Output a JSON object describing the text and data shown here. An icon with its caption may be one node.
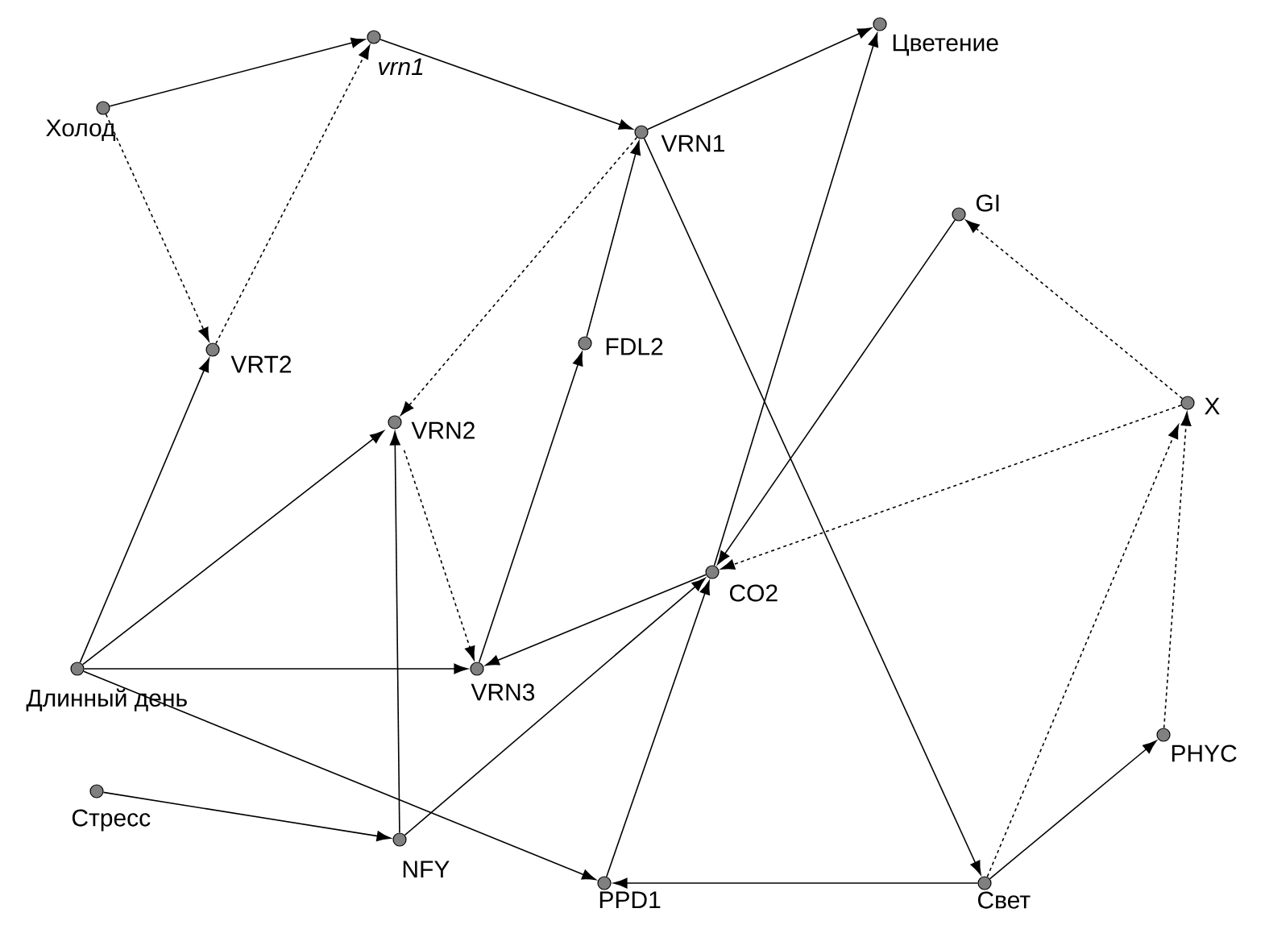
{
  "diagram": {
    "nodes": [
      {
        "text": [
          "Холод"
        ]
      },
      {
        "text": [
          "vrn1"
        ]
      },
      {
        "text": [
          "VRN1"
        ]
      },
      {
        "text": [
          "Цветение"
        ]
      },
      {
        "text": [
          "GI"
        ]
      },
      {
        "text": [
          "VRT2"
        ]
      },
      {
        "text": [
          "FDL2"
        ]
      },
      {
        "text": [
          "VRN2"
        ]
      },
      {
        "text": [
          "X"
        ]
      },
      {
        "text": [
          "CO2"
        ]
      },
      {
        "text": [
          "Длинный день"
        ]
      },
      {
        "text": [
          "VRN3"
        ]
      },
      {
        "text": [
          "PHYC"
        ]
      },
      {
        "text": [
          "Стресс"
        ]
      },
      {
        "text": [
          "NFY"
        ]
      },
      {
        "text": [
          "PPD1"
        ]
      },
      {
        "text": [
          "Свет"
        ]
      }
    ],
    "edges": [
      {
        "from": 0,
        "to": 1,
        "arrow": "to"
      },
      {
        "from": 0,
        "to": 5,
        "arrow": "to",
        "style": "dashed"
      },
      {
        "from": 5,
        "to": 1,
        "arrow": "to",
        "style": "dashed"
      },
      {
        "from": 1,
        "to": 2,
        "arrow": "to"
      },
      {
        "from": 2,
        "to": 3,
        "arrow": "to"
      },
      {
        "from": 2,
        "to": 7,
        "arrow": "to",
        "style": "dashed"
      },
      {
        "from": 6,
        "to": 2,
        "arrow": "to"
      },
      {
        "from": 11,
        "to": 6,
        "arrow": "to"
      },
      {
        "from": 2,
        "to": 16,
        "arrow": "to"
      },
      {
        "from": 9,
        "to": 3,
        "arrow": "to"
      },
      {
        "from": 4,
        "to": 9,
        "arrow": "to"
      },
      {
        "from": 8,
        "to": 4,
        "arrow": "to",
        "style": "dashed"
      },
      {
        "from": 8,
        "to": 9,
        "arrow": "to",
        "style": "dashed"
      },
      {
        "from": 16,
        "to": 8,
        "arrow": "to",
        "style": "dashed"
      },
      {
        "from": 12,
        "to": 8,
        "arrow": "to",
        "style": "dashed"
      },
      {
        "from": 10,
        "to": 5,
        "arrow": "to"
      },
      {
        "from": 10,
        "to": 7,
        "arrow": "to"
      },
      {
        "from": 10,
        "to": 11,
        "arrow": "to"
      },
      {
        "from": 10,
        "to": 15,
        "arrow": "to"
      },
      {
        "from": 14,
        "to": 7,
        "arrow": "to"
      },
      {
        "from": 7,
        "to": 11,
        "arrow": "to",
        "style": "dashed"
      },
      {
        "from": 9,
        "to": 11,
        "arrow": "to"
      },
      {
        "from": 14,
        "to": 9,
        "arrow": "to"
      },
      {
        "from": 15,
        "to": 9,
        "arrow": "to"
      },
      {
        "from": 13,
        "to": 14,
        "arrow": "to"
      },
      {
        "from": 16,
        "to": 15,
        "arrow": "to"
      },
      {
        "from": 16,
        "to": 12,
        "arrow": "to"
      }
    ]
  }
}
